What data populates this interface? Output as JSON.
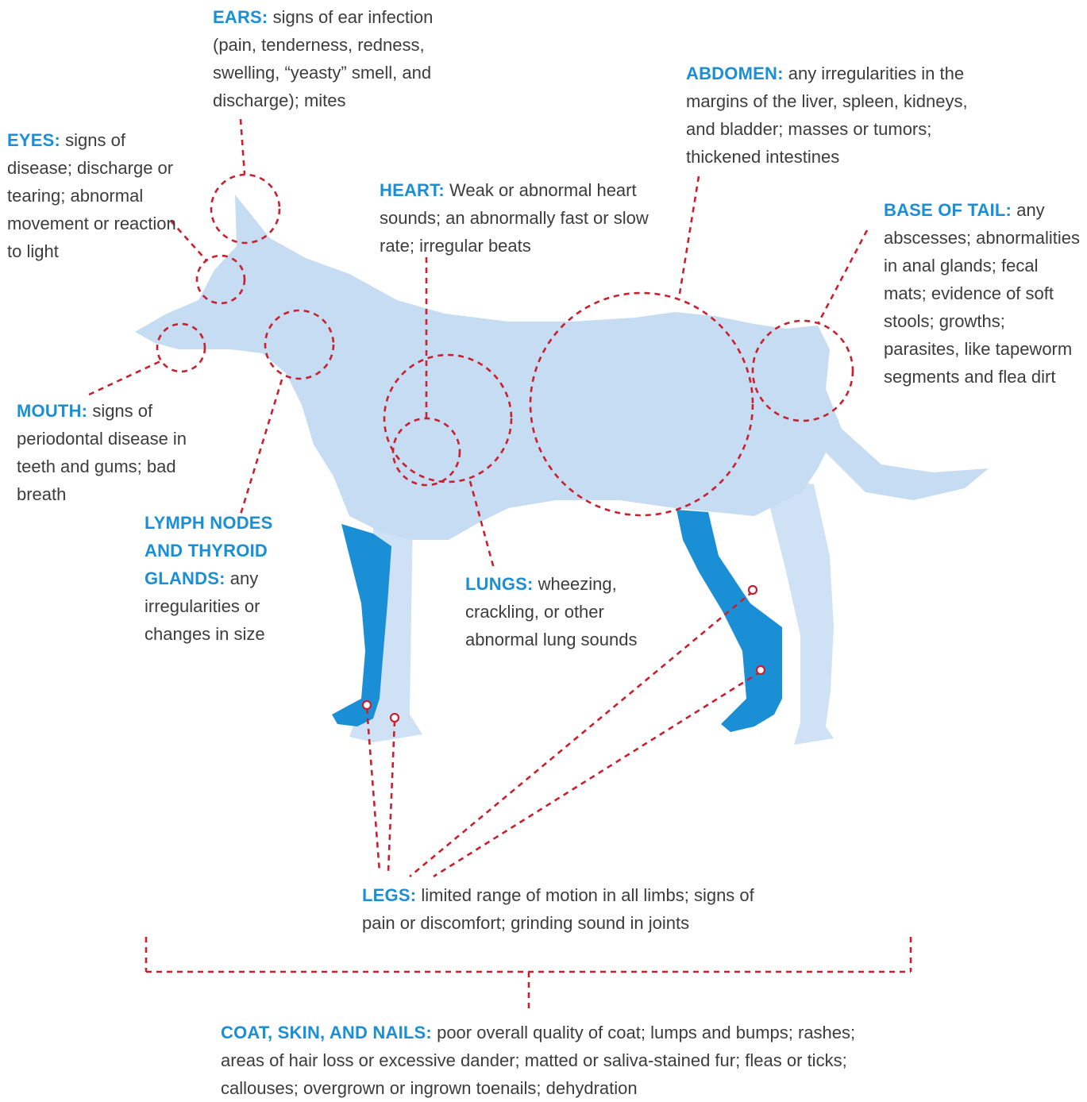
{
  "colors": {
    "heading": "#1a8fd6",
    "body_text": "#3c3c3c",
    "dog_body": "#c5dcf3",
    "dog_legs": "#1a8fd6",
    "callout_lines": "#c8202f"
  },
  "labels": {
    "ears": {
      "heading": "EARS:",
      "text": "signs of ear infection (pain, tenderness, redness, swelling, “yeasty” smell, and discharge); mites"
    },
    "eyes": {
      "heading": "EYES:",
      "text": "signs of disease; discharge or tearing; abnormal movement or reaction to light"
    },
    "heart": {
      "heading": "HEART:",
      "text": "Weak or abnormal heart sounds; an abnormally fast or slow rate; irregular beats"
    },
    "abdomen": {
      "heading": "ABDOMEN:",
      "text": "any irregularities in the margins of the liver, spleen, kidneys, and bladder; masses or tumors; thickened intestines"
    },
    "base_of_tail": {
      "heading": "BASE OF TAIL:",
      "text": "any abscesses; abnormalities in anal glands; fecal mats; evidence of soft stools; growths; parasites, like tapeworm segments and flea dirt"
    },
    "mouth": {
      "heading": "MOUTH:",
      "text": "signs of periodontal disease in teeth and gums; bad breath"
    },
    "lymph_nodes": {
      "heading": "LYMPH NODES AND THYROID GLANDS:",
      "text": "any irregularities or changes in size"
    },
    "lungs": {
      "heading": "LUNGS:",
      "text": "wheezing, crackling, or other abnormal lung sounds"
    },
    "legs": {
      "heading": "LEGS:",
      "text": "limited range of motion in all limbs; signs of pain or discomfort; grinding sound in joints"
    },
    "coat": {
      "heading": "COAT, SKIN, AND NAILS:",
      "text": "poor overall quality of coat; lumps and bumps; rashes; areas of hair loss or excessive dander; matted or saliva-stained fur; fleas or ticks; callouses; overgrown or ingrown toenails; dehydration"
    }
  }
}
